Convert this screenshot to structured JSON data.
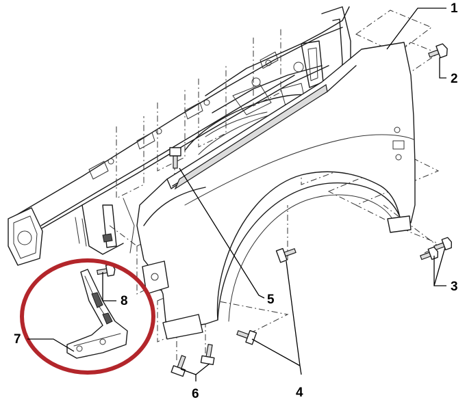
{
  "callouts": [
    "1",
    "2",
    "3",
    "4",
    "5",
    "6",
    "7",
    "8"
  ],
  "colors": {
    "ink": "#1a1a1a",
    "highlight_ring": "#b3262b",
    "background": "#ffffff"
  }
}
